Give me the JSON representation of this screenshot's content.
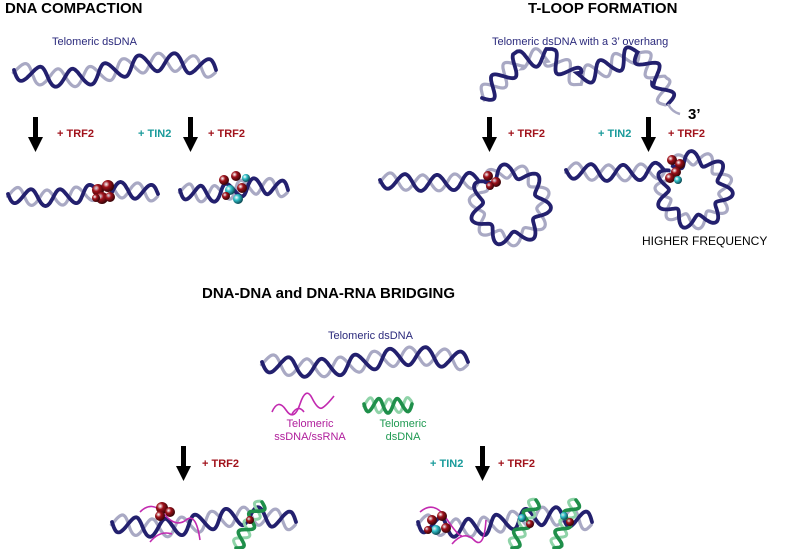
{
  "sections": {
    "compaction": {
      "title": "DNA COMPACTION",
      "substrate": "Telomeric dsDNA",
      "plus_trf2_a": "+ TRF2",
      "plus_tin2": "+ TIN2",
      "plus_trf2_b": "+ TRF2"
    },
    "tloop": {
      "title": "T-LOOP FORMATION",
      "substrate": "Telomeric dsDNA with a 3’ overhang",
      "three_prime": "3’",
      "plus_trf2_a": "+ TRF2",
      "plus_tin2": "+ TIN2",
      "plus_trf2_b": "+ TRF2",
      "note": "HIGHER FREQUENCY"
    },
    "bridging": {
      "title": "DNA-DNA and DNA-RNA BRIDGING",
      "substrate": "Telomeric dsDNA",
      "ss_label_line1": "Telomeric",
      "ss_label_line2": "ssDNA/ssRNA",
      "ds_label_line1": "Telomeric",
      "ds_label_line2": "dsDNA",
      "plus_trf2_a": "+ TRF2",
      "plus_tin2": "+ TIN2",
      "plus_trf2_b": "+ TRF2"
    }
  },
  "colors": {
    "dna_dark": "#23206e",
    "dna_light": "#a9a9c4",
    "trf2": "#a1121b",
    "tin2": "#33c4cc",
    "ssdna": "#c22ab0",
    "dsdna_green": "#1f8f4a"
  }
}
